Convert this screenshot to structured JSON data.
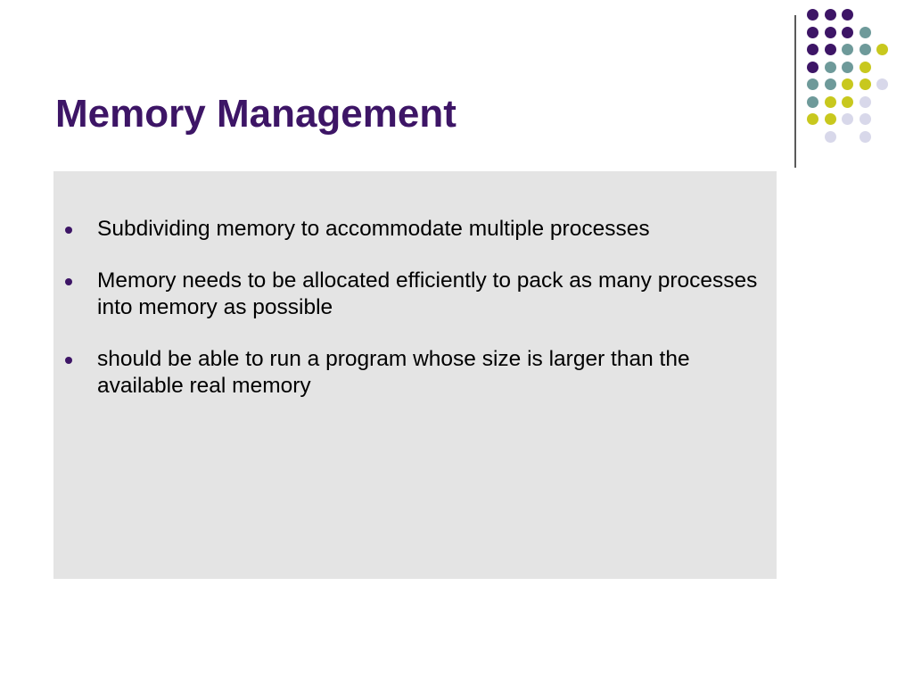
{
  "slide": {
    "title": "Memory Management",
    "bullets": [
      "Subdividing memory to accommodate multiple processes",
      "Memory needs to be allocated efficiently to pack as many processes into memory as possible",
      "should be able to run a program whose size is larger than the available real memory"
    ]
  },
  "colors": {
    "title": "#3d1566",
    "bullet": "#3d1566",
    "content_background": "#e4e4e4",
    "divider": "#5a5a5a",
    "dot_purple": "#3d1566",
    "dot_teal": "#6e9a9a",
    "dot_yellow": "#c8c81e",
    "dot_lavender": "#d8d8ea"
  },
  "decoration": {
    "dot_pattern": [
      [
        "purple",
        "purple",
        "purple",
        "",
        "",
        ""
      ],
      [
        "purple",
        "purple",
        "purple",
        "teal",
        "",
        ""
      ],
      [
        "purple",
        "purple",
        "teal",
        "teal",
        "yellow",
        ""
      ],
      [
        "purple",
        "teal",
        "teal",
        "yellow",
        "",
        ""
      ],
      [
        "teal",
        "teal",
        "yellow",
        "yellow",
        "lavender",
        ""
      ],
      [
        "teal",
        "yellow",
        "yellow",
        "lavender",
        "",
        ""
      ],
      [
        "yellow",
        "yellow",
        "lavender",
        "lavender",
        "",
        ""
      ],
      [
        "",
        "lavender",
        "",
        "lavender",
        "",
        ""
      ]
    ]
  }
}
